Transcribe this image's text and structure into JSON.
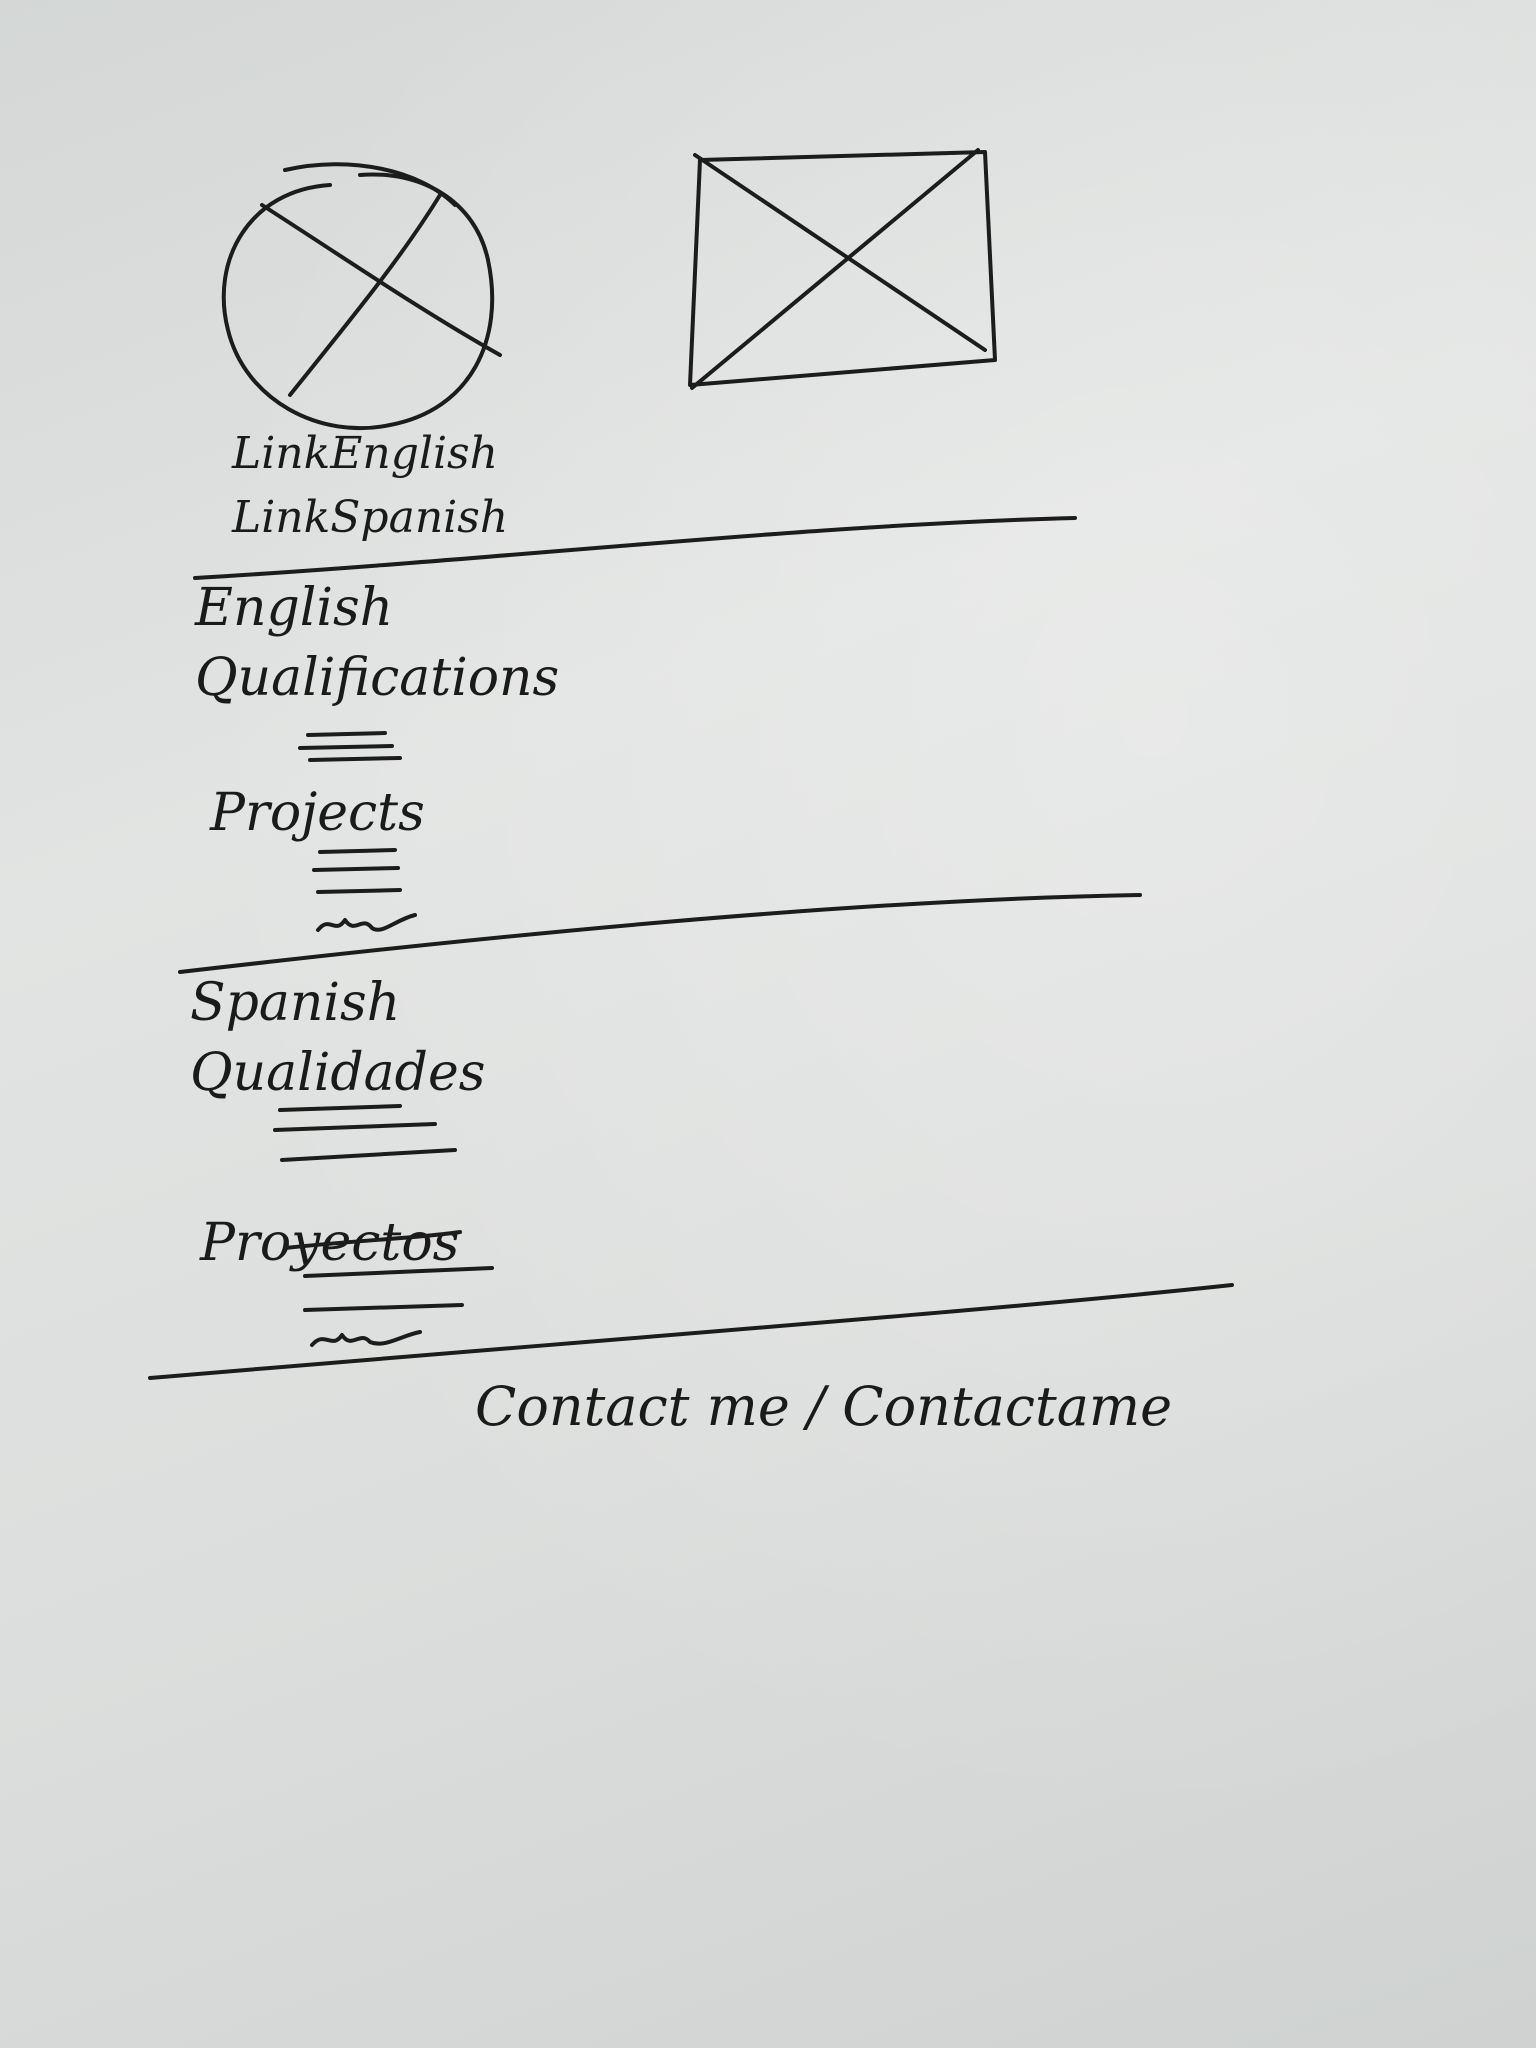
{
  "header": {
    "avatar_icon": "image-placeholder-circle-icon",
    "banner_icon": "image-placeholder-rect-icon",
    "links": [
      "LinkEnglish",
      "LinkSpanish"
    ]
  },
  "english_section": {
    "heading": "English",
    "qualifications_label": "Qualifications",
    "projects_label": "Projects"
  },
  "spanish_section": {
    "heading": "Spanish",
    "qualifications_label": "Qualidades",
    "projects_label": "Proyectos"
  },
  "footer": {
    "contact_label": "Contact me / Contactame"
  }
}
